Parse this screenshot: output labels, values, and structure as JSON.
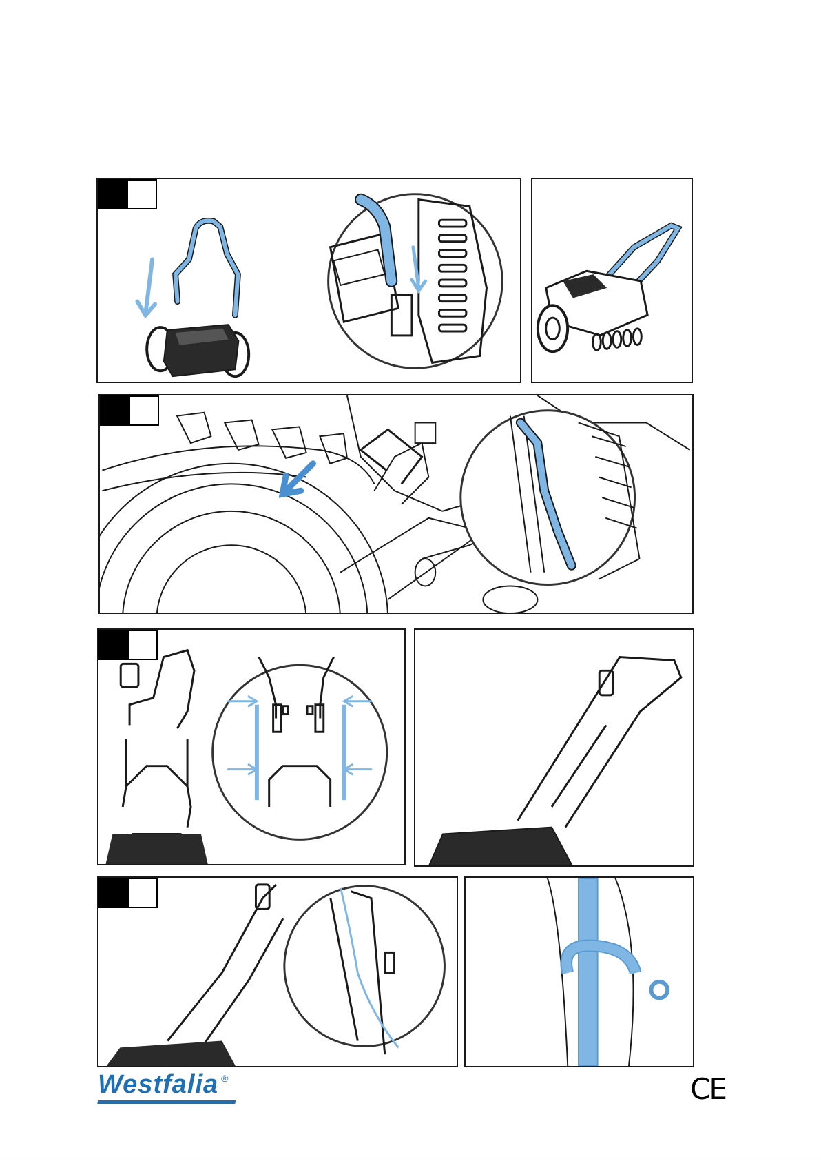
{
  "brand": {
    "name": "Westfalia",
    "registered": "®"
  },
  "certification": {
    "mark": "CE"
  },
  "colors": {
    "accent": "#7fb6e3",
    "brand_blue": "#1f6fb2",
    "line": "#1a1a1a"
  },
  "panels": [
    {
      "id": "1a",
      "icon": "handle-insert-illustration"
    },
    {
      "id": "1b",
      "icon": "handle-mounted-illustration"
    },
    {
      "id": "2",
      "icon": "clip-fix-illustration"
    },
    {
      "id": "3a",
      "icon": "handle-assembly-illustration"
    },
    {
      "id": "3b",
      "icon": "mower-assembled-illustration"
    },
    {
      "id": "4a",
      "icon": "cable-route-illustration"
    },
    {
      "id": "4b",
      "icon": "cable-clip-illustration"
    }
  ]
}
